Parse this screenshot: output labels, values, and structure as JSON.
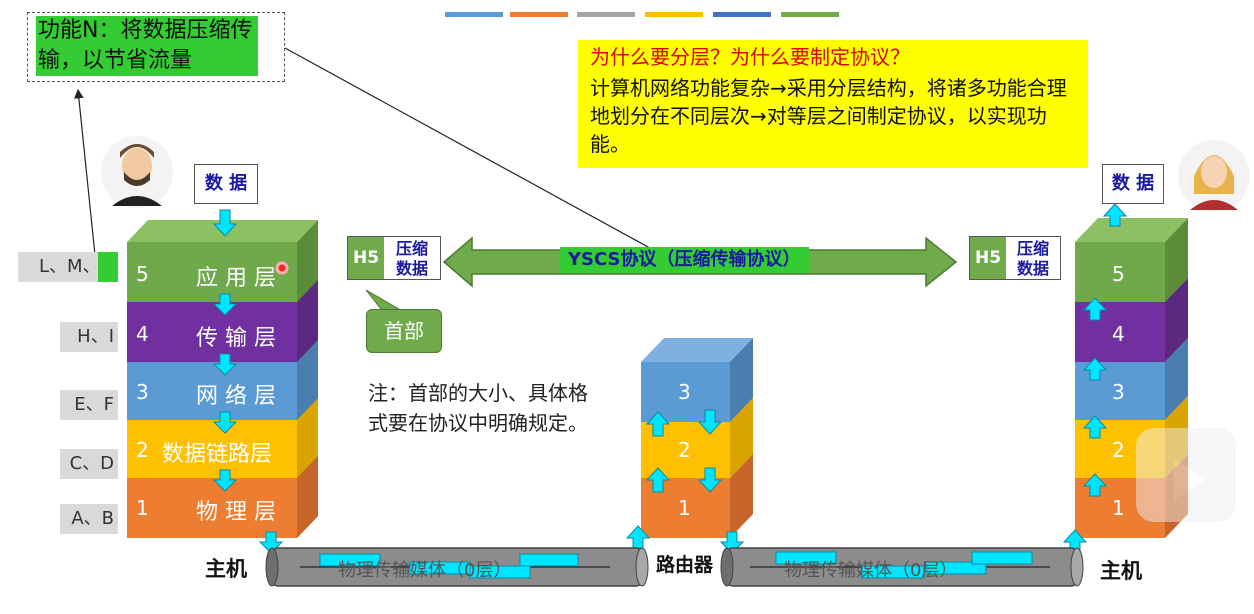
{
  "note_box": {
    "text": "功能N：将数据压缩传输，以节省流量"
  },
  "question": {
    "title": "为什么要分层？为什么要制定协议？",
    "answer": "计算机网络功能复杂→采用分层结构，将诸多功能合理地划分在不同层次→对等层之间制定协议，以实现功能。"
  },
  "left_host": {
    "data_box": "数 据",
    "layers": [
      {
        "num": "5",
        "name": "应 用 层",
        "side_label": "L、M、N"
      },
      {
        "num": "4",
        "name": "传 输 层",
        "side_label": "H、I"
      },
      {
        "num": "3",
        "name": "网 络 层",
        "side_label": "E、F"
      },
      {
        "num": "2",
        "name": "数据链路层",
        "side_label": "C、D"
      },
      {
        "num": "1",
        "name": "物 理 层",
        "side_label": "A、B"
      }
    ],
    "label": "主机"
  },
  "right_host": {
    "data_box": "数 据",
    "layers": [
      "5",
      "4",
      "3",
      "2",
      "1"
    ],
    "label": "主机"
  },
  "router": {
    "layers": [
      "3",
      "2",
      "1"
    ],
    "label": "路由器"
  },
  "pdu_left": {
    "header": "H5",
    "body": "压缩\n数据"
  },
  "pdu_right": {
    "header": "H5",
    "body": "压缩\n数据"
  },
  "header_callout": "首部",
  "protocol_label": "YSCS协议（压缩传输协议）",
  "footnote": "注：首部的大小、具体格式要在协议中明确规定。",
  "medium_left": "物理传输媒体（0层）",
  "medium_right": "物理传输媒体（0层）",
  "colors": {
    "layer5": "#70a84c",
    "layer4": "#7030a0",
    "layer3": "#5b9bd5",
    "layer2": "#ffc000",
    "layer1": "#ed7d31",
    "arrow": "#00e5ff",
    "highlight_green": "#33cc33",
    "yellow": "#ffff00"
  }
}
